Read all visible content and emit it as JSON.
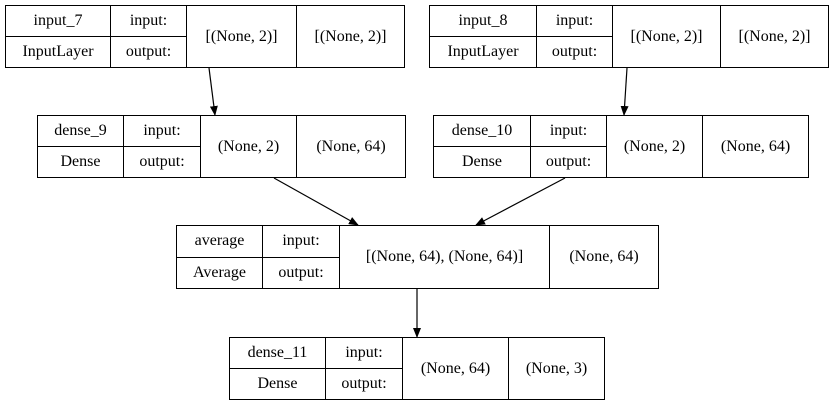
{
  "diagram": {
    "nodes": [
      {
        "id": "input_7",
        "name": "input_7",
        "type": "InputLayer",
        "input_label": "input:",
        "output_label": "output:",
        "input_shape": "[(None, 2)]",
        "output_shape": "[(None, 2)]"
      },
      {
        "id": "input_8",
        "name": "input_8",
        "type": "InputLayer",
        "input_label": "input:",
        "output_label": "output:",
        "input_shape": "[(None, 2)]",
        "output_shape": "[(None, 2)]"
      },
      {
        "id": "dense_9",
        "name": "dense_9",
        "type": "Dense",
        "input_label": "input:",
        "output_label": "output:",
        "input_shape": "(None, 2)",
        "output_shape": "(None, 64)"
      },
      {
        "id": "dense_10",
        "name": "dense_10",
        "type": "Dense",
        "input_label": "input:",
        "output_label": "output:",
        "input_shape": "(None, 2)",
        "output_shape": "(None, 64)"
      },
      {
        "id": "average",
        "name": "average",
        "type": "Average",
        "input_label": "input:",
        "output_label": "output:",
        "input_shape": "[(None, 64), (None, 64)]",
        "output_shape": "(None, 64)"
      },
      {
        "id": "dense_11",
        "name": "dense_11",
        "type": "Dense",
        "input_label": "input:",
        "output_label": "output:",
        "input_shape": "(None, 64)",
        "output_shape": "(None, 3)"
      }
    ],
    "edges": [
      {
        "from": "input_7",
        "to": "dense_9"
      },
      {
        "from": "input_8",
        "to": "dense_10"
      },
      {
        "from": "dense_9",
        "to": "average"
      },
      {
        "from": "dense_10",
        "to": "average"
      },
      {
        "from": "average",
        "to": "dense_11"
      }
    ]
  }
}
